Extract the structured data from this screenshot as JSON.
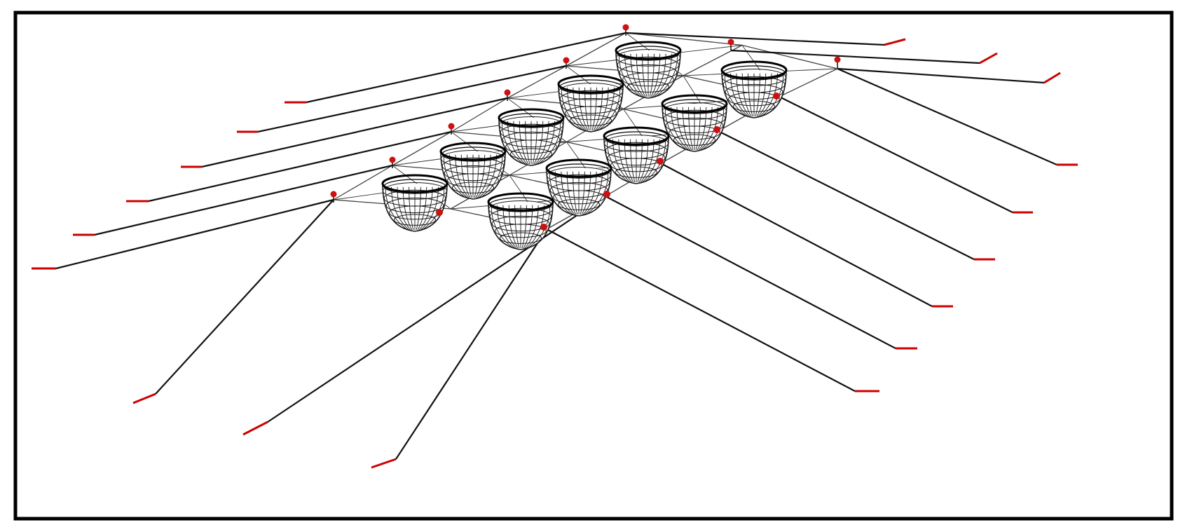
{
  "diagram": {
    "subject": "fish-cage-mooring-system",
    "colors": {
      "background": "#ffffff",
      "frame": "#000000",
      "mooring_line": "#111111",
      "bridle": "#333333",
      "grid": "#444444",
      "cage_mesh": "#1a1a1a",
      "cage_rim": "#000000",
      "anchor": "#cc0000",
      "buoy": "#cc1111"
    },
    "layout_grid": {
      "rows": 2,
      "columns": 5,
      "cage_count": 10
    },
    "lines": {
      "mooring_line_count": 18,
      "anchor_count": 18,
      "grid_buoy_count": 9,
      "cage_marker_count": 5
    }
  }
}
